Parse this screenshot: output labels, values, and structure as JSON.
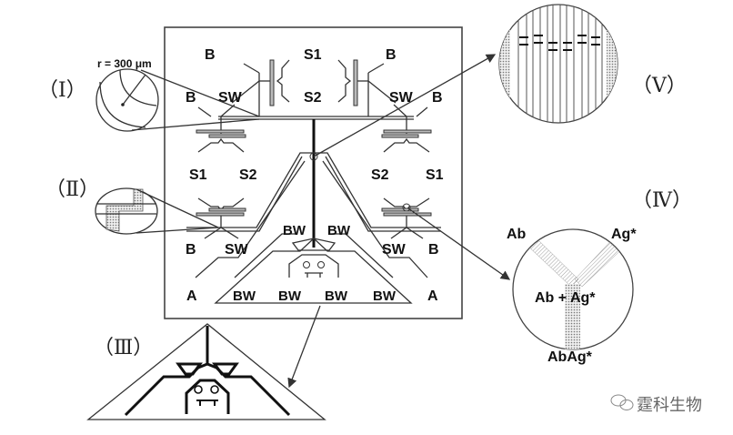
{
  "figure": {
    "panel_labels": {
      "I": "（Ⅰ）",
      "II": "（Ⅱ）",
      "III": "（Ⅲ）",
      "IV": "（Ⅳ）",
      "V": "（Ⅴ）"
    },
    "chip": {
      "top_labels": [
        "B",
        "S1",
        "B",
        "B",
        "SW",
        "S2",
        "SW",
        "B"
      ],
      "left_labels": [
        "S1",
        "S2",
        "B",
        "SW",
        "A"
      ],
      "right_labels": [
        "S2",
        "S1",
        "SW",
        "B",
        "A"
      ],
      "center_labels": [
        "BW",
        "BW"
      ],
      "bottom_labels": [
        "BW",
        "BW",
        "BW",
        "BW"
      ]
    },
    "inset_I": {
      "annotation": "r = 300 μm"
    },
    "inset_IV": {
      "label_ab": "Ab",
      "label_ag": "Ag*",
      "label_mix": "Ab + Ag*",
      "label_product": "AbAg*"
    },
    "watermark": {
      "text": "霆科生物"
    }
  }
}
